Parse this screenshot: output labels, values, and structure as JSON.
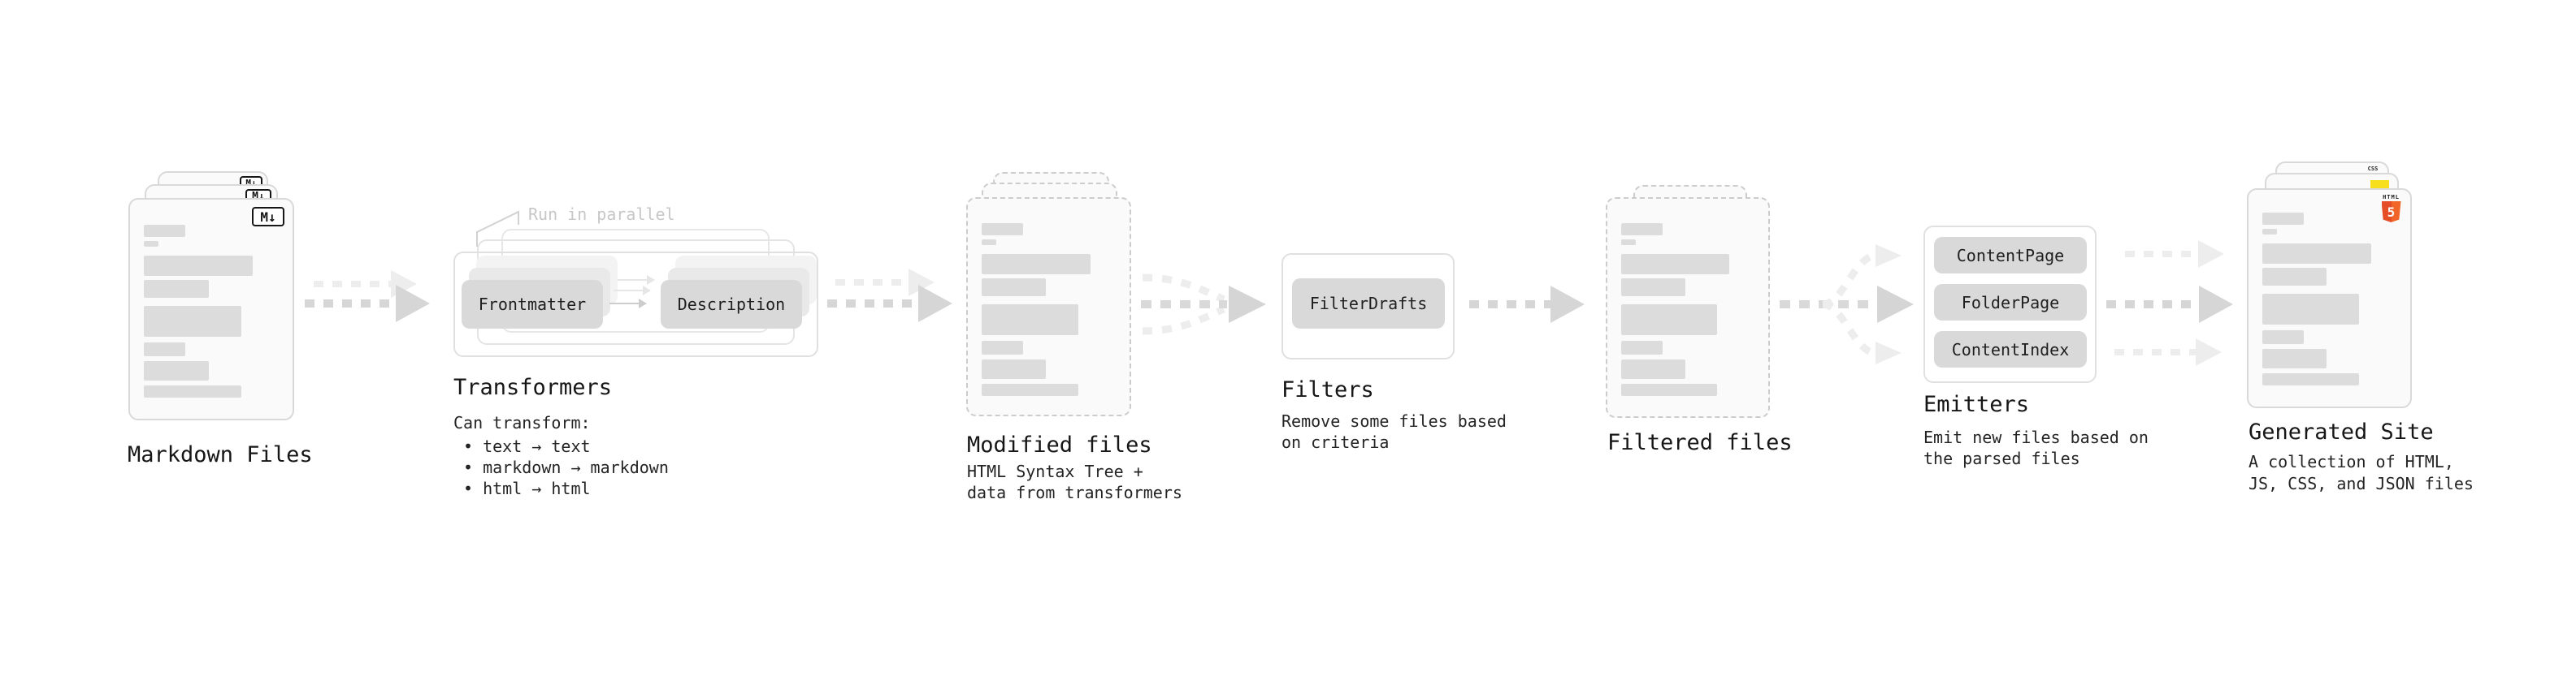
{
  "diagram": {
    "kind": "static-site-generator pipeline",
    "flow": [
      "Markdown Files",
      "Transformers",
      "Modified files",
      "Filters",
      "Filtered files",
      "Emitters",
      "Generated Site"
    ],
    "connections": [
      {
        "from": "Markdown Files",
        "to": "Transformers",
        "style": "double-dashed-arrow"
      },
      {
        "from": "Transformers",
        "to": "Modified files",
        "style": "double-dashed-arrow"
      },
      {
        "from": "Modified files",
        "to": "Filters",
        "style": "converging-dashed-arrows"
      },
      {
        "from": "Filters",
        "to": "Filtered files",
        "style": "dashed-arrow"
      },
      {
        "from": "Filtered files",
        "to": "Emitters",
        "style": "diverging-dashed-arrows"
      },
      {
        "from": "Emitters",
        "to": "Generated Site",
        "style": "three-parallel-dashed-arrows"
      }
    ]
  },
  "nodes": {
    "markdown": {
      "label": "Markdown Files",
      "badge": "M↓"
    },
    "transformers": {
      "label": "Transformers",
      "annotation": "Run in parallel",
      "pills": [
        "Frontmatter",
        "Description"
      ],
      "heading": "Can transform:",
      "bullets": [
        "• text → text",
        "• markdown → markdown",
        "• html → html"
      ]
    },
    "modified": {
      "label": "Modified files",
      "description": "HTML Syntax Tree +\ndata from transformers"
    },
    "filters": {
      "label": "Filters",
      "pill": "FilterDrafts",
      "description": "Remove some files based\non criteria"
    },
    "filtered": {
      "label": "Filtered files"
    },
    "emitters": {
      "label": "Emitters",
      "pills": [
        "ContentPage",
        "FolderPage",
        "ContentIndex"
      ],
      "description": "Emit new files based on\nthe parsed files"
    },
    "generated": {
      "label": "Generated Site",
      "description": "A collection of HTML,\nJS, CSS, and JSON files",
      "badges": {
        "css": "CSS",
        "html_word": "HTML",
        "html_number": "5"
      }
    }
  },
  "colors": {
    "background": "#ffffff",
    "card_border": "#d9d9d9",
    "dashed_border": "#cccccc",
    "card_fill": "#fafafa",
    "bar_fill": "#dcdcdc",
    "pill_fill": "#d9d9d9",
    "arrow_medium": "#d6d6d6",
    "arrow_light": "#ededed",
    "annotation_gray": "#c7c7c7",
    "text_dark": "#161616",
    "html5_orange": "#e44d26",
    "html5_orange_light": "#f16529",
    "js_yellow": "#f7df1e",
    "css_blue": "#2965f1"
  }
}
